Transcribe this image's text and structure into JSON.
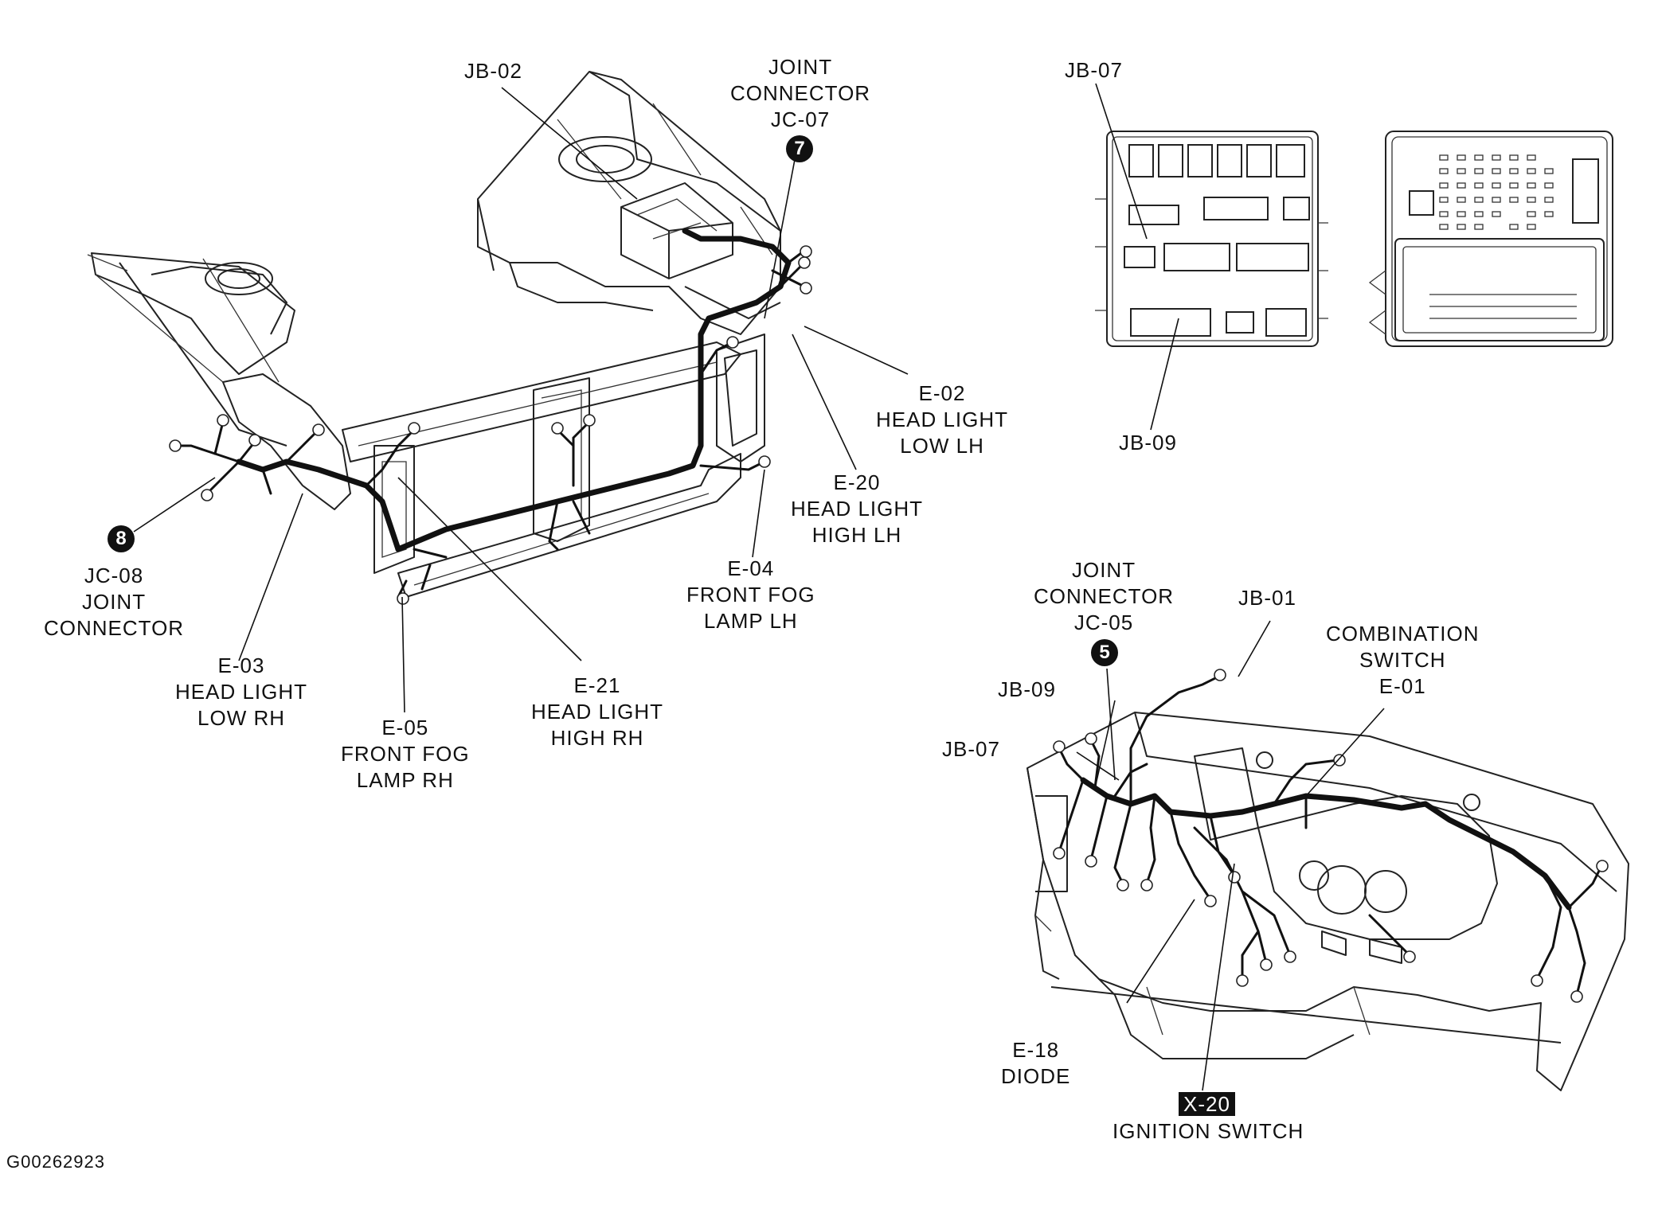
{
  "labels": {
    "jb02": "JB-02",
    "jc07": [
      "JOINT",
      "CONNECTOR",
      "JC-07"
    ],
    "jc07_num": "7",
    "jb07_top": "JB-07",
    "jb09_top": "JB-09",
    "e02": [
      "E-02",
      "HEAD LIGHT",
      "LOW LH"
    ],
    "e20": [
      "E-20",
      "HEAD LIGHT",
      "HIGH LH"
    ],
    "e04": [
      "E-04",
      "FRONT FOG",
      "LAMP LH"
    ],
    "jc08_num": "8",
    "jc08": [
      "JC-08",
      "JOINT",
      "CONNECTOR"
    ],
    "e03": [
      "E-03",
      "HEAD LIGHT",
      "LOW RH"
    ],
    "e05": [
      "E-05",
      "FRONT FOG",
      "LAMP RH"
    ],
    "e21": [
      "E-21",
      "HEAD LIGHT",
      "HIGH RH"
    ],
    "jc05": [
      "JOINT",
      "CONNECTOR",
      "JC-05"
    ],
    "jc05_num": "5",
    "jb01": "JB-01",
    "combo": [
      "COMBINATION",
      "SWITCH",
      "E-01"
    ],
    "jb09_bot": "JB-09",
    "jb07_bot": "JB-07",
    "e18": [
      "E-18",
      "DIODE"
    ],
    "x20_tag": "X-20",
    "x20": "IGNITION SWITCH",
    "figure_id": "G00262923"
  }
}
